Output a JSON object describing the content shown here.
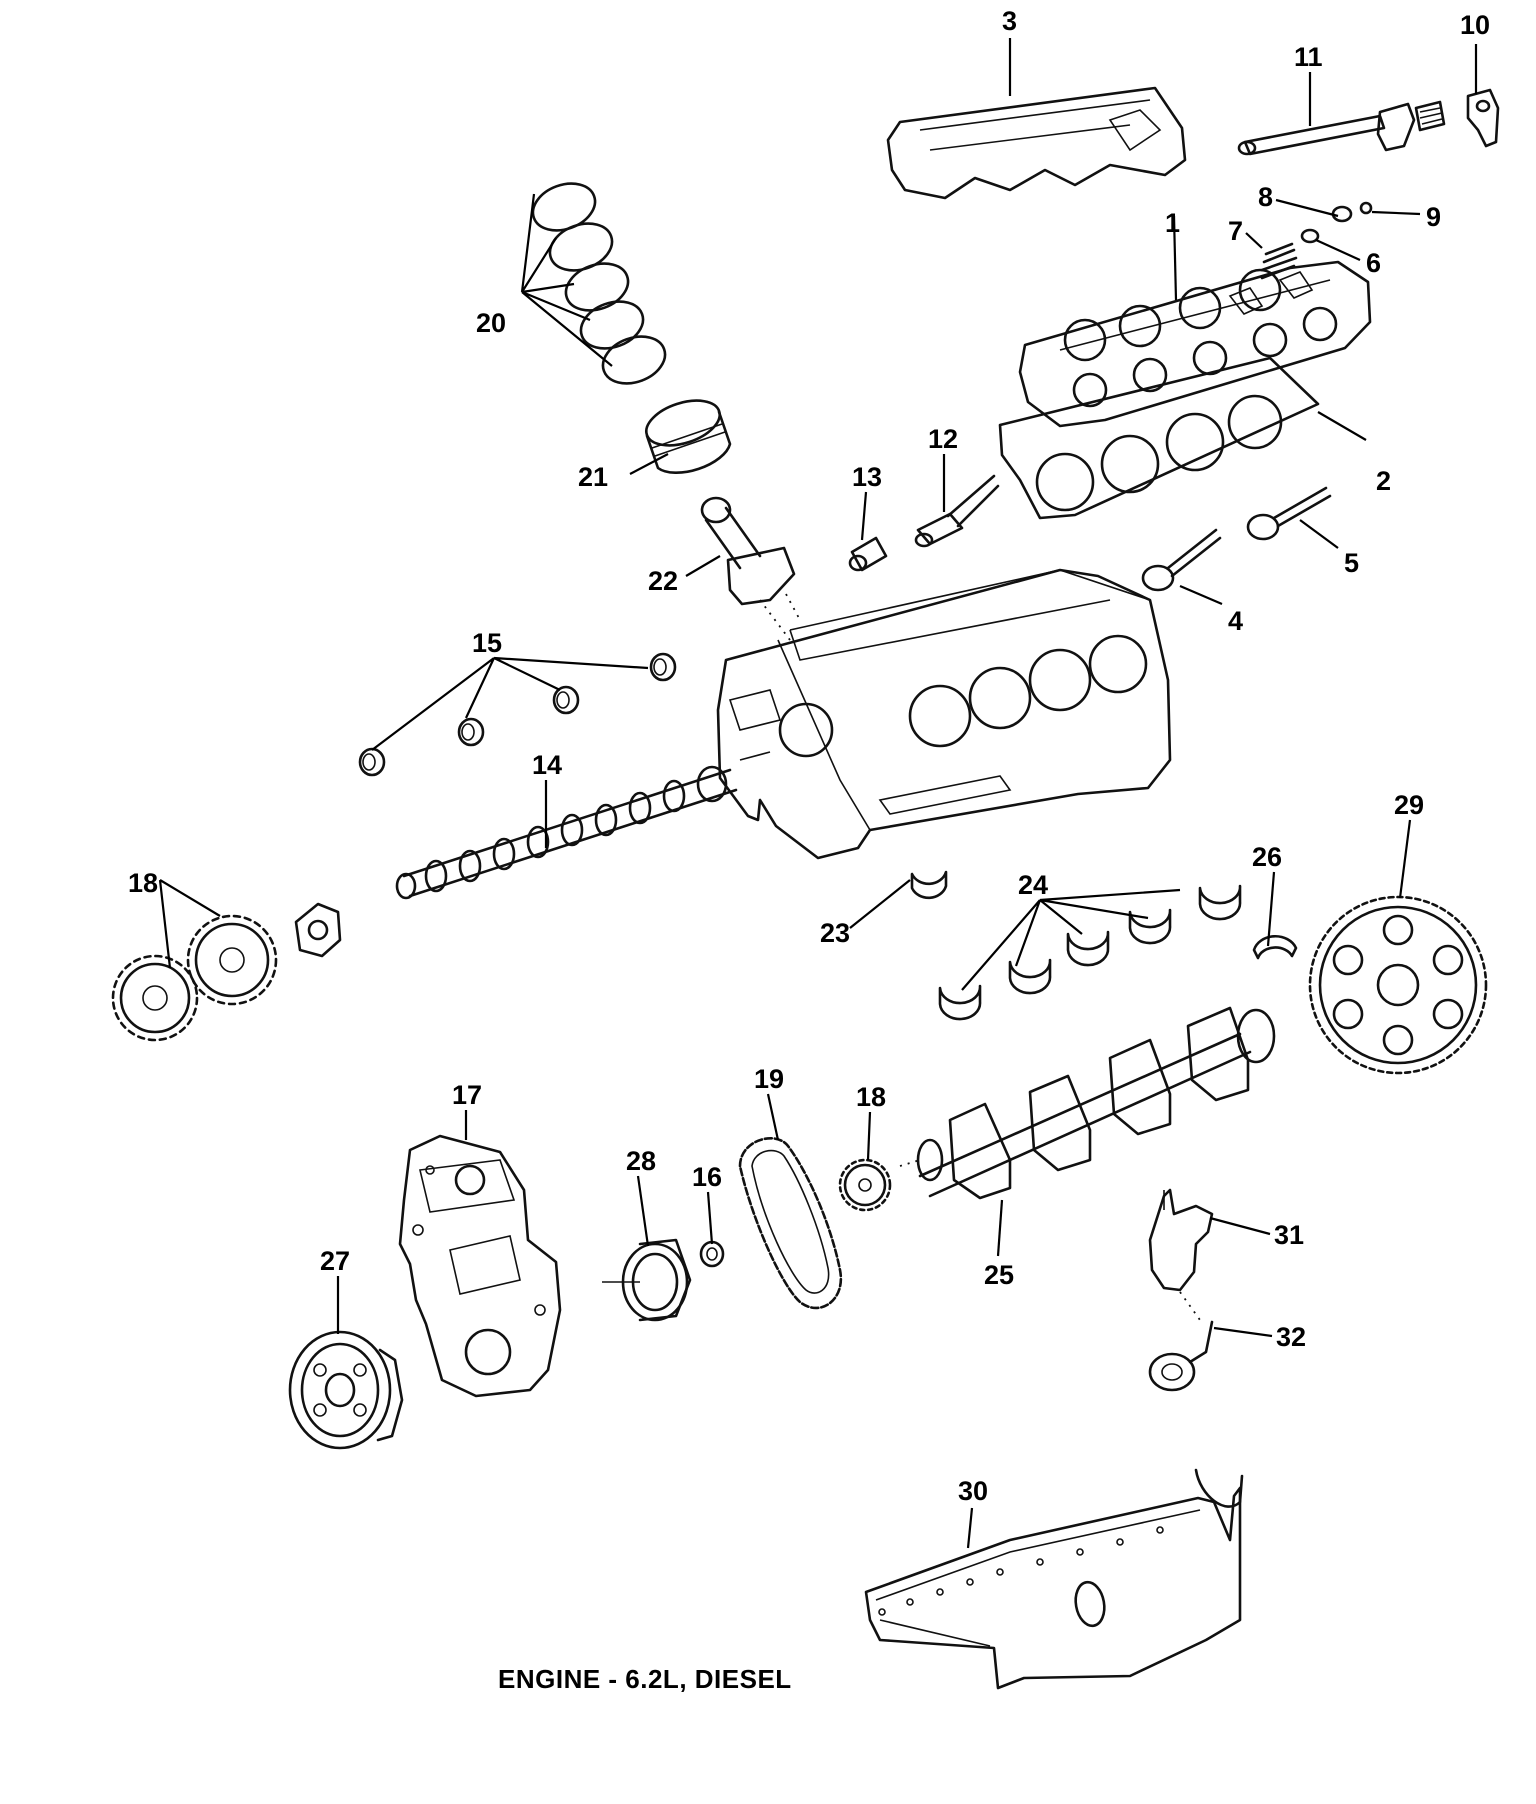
{
  "caption": "ENGINE - 6.2L, DIESEL",
  "callouts": {
    "c1": "1",
    "c2": "2",
    "c3": "3",
    "c4": "4",
    "c5": "5",
    "c6": "6",
    "c7": "7",
    "c8": "8",
    "c9": "9",
    "c10": "10",
    "c11": "11",
    "c12": "12",
    "c13": "13",
    "c14": "14",
    "c15": "15",
    "c16": "16",
    "c17": "17",
    "c18a": "18",
    "c18b": "18",
    "c19": "19",
    "c20": "20",
    "c21": "21",
    "c22": "22",
    "c23": "23",
    "c24": "24",
    "c25": "25",
    "c26": "26",
    "c27": "27",
    "c28": "28",
    "c29": "29",
    "c30": "30",
    "c31": "31",
    "c32": "32"
  }
}
